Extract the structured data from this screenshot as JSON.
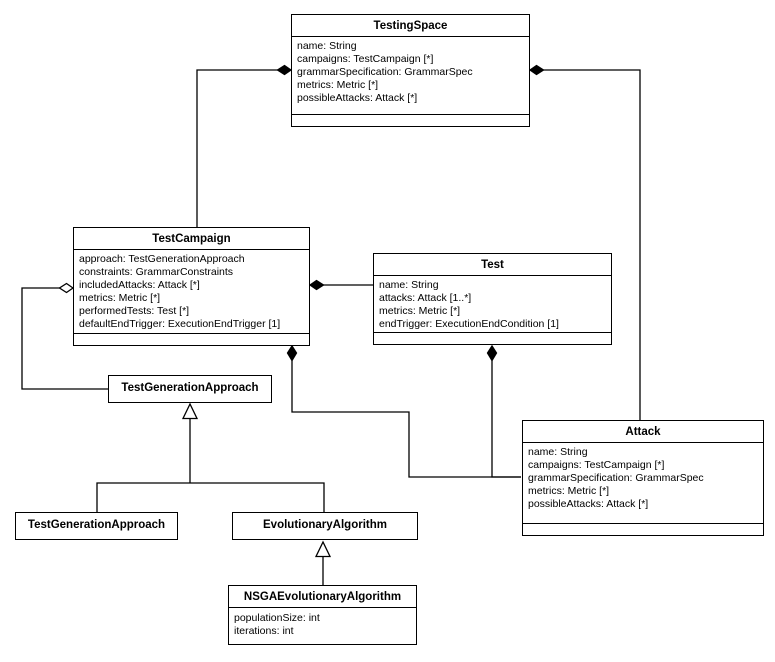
{
  "diagram": {
    "kind": "uml-class-diagram",
    "colors": {
      "line": "#000000",
      "box_fill": "#ffffff",
      "background": "#ffffff",
      "text": "#000000"
    }
  },
  "classes": {
    "testingSpace": {
      "name": "TestingSpace",
      "attributes": [
        "name: String",
        "campaigns: TestCampaign [*]",
        "grammarSpecification: GrammarSpec",
        "metrics: Metric [*]",
        "possibleAttacks: Attack [*]"
      ]
    },
    "testCampaign": {
      "name": "TestCampaign",
      "attributes": [
        "approach: TestGenerationApproach",
        "constraints: GrammarConstraints",
        "includedAttacks: Attack [*]",
        "metrics: Metric [*]",
        "performedTests: Test [*]",
        "defaultEndTrigger: ExecutionEndTrigger [1]"
      ]
    },
    "test": {
      "name": "Test",
      "attributes": [
        "name: String",
        "attacks: Attack [1..*]",
        "metrics: Metric [*]",
        "endTrigger: ExecutionEndCondition [1]"
      ]
    },
    "attack": {
      "name": "Attack",
      "attributes": [
        "name: String",
        "campaigns: TestCampaign [*]",
        "grammarSpecification: GrammarSpec",
        "metrics: Metric [*]",
        "possibleAttacks: Attack [*]"
      ]
    },
    "testGenerationApproachMid": {
      "name": "TestGenerationApproach"
    },
    "testGenerationApproachSub": {
      "name": "TestGenerationApproach"
    },
    "evolutionaryAlgorithm": {
      "name": "EvolutionaryAlgorithm"
    },
    "nsgaEvolutionaryAlgorithm": {
      "name": "NSGAEvolutionaryAlgorithm",
      "attributes": [
        "populationSize: int",
        "iterations: int"
      ]
    }
  },
  "relationships": [
    {
      "type": "composition",
      "owner": "TestingSpace",
      "part": "TestCampaign"
    },
    {
      "type": "composition",
      "owner": "TestingSpace",
      "part": "Attack"
    },
    {
      "type": "aggregation",
      "owner": "TestCampaign",
      "part": "TestGenerationApproach"
    },
    {
      "type": "composition",
      "owner": "TestCampaign",
      "part": "Test"
    },
    {
      "type": "composition",
      "owner": "TestCampaign",
      "part": "Attack"
    },
    {
      "type": "composition",
      "owner": "Test",
      "part": "Attack"
    },
    {
      "type": "generalization",
      "parent": "TestGenerationApproach",
      "child": "TestGenerationApproach"
    },
    {
      "type": "generalization",
      "parent": "TestGenerationApproach",
      "child": "EvolutionaryAlgorithm"
    },
    {
      "type": "generalization",
      "parent": "EvolutionaryAlgorithm",
      "child": "NSGAEvolutionaryAlgorithm"
    }
  ]
}
